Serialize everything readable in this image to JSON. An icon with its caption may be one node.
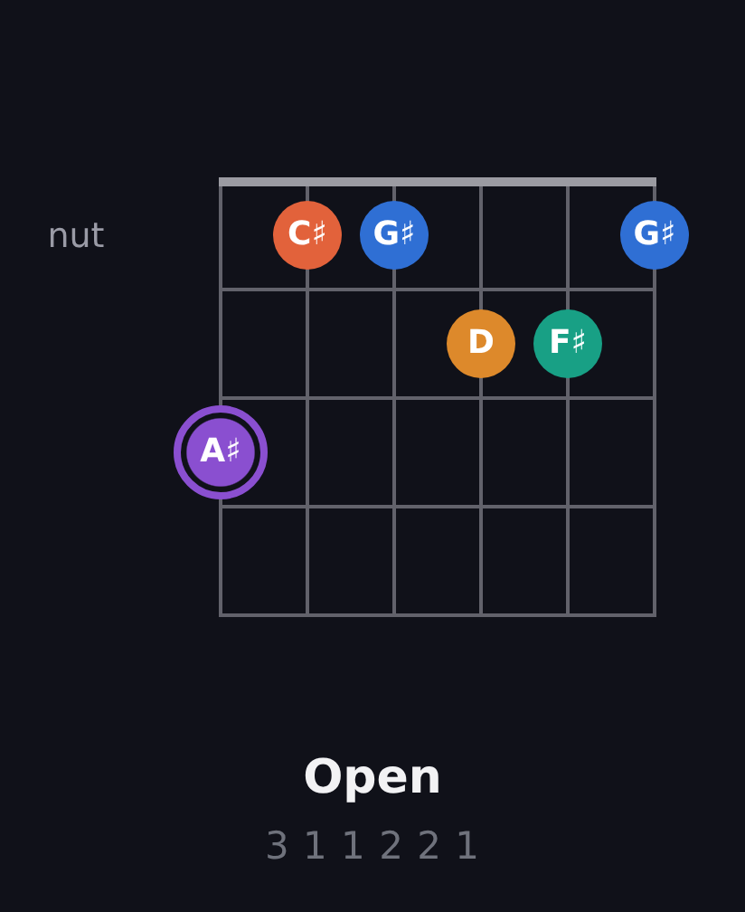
{
  "diagram": {
    "title": "Open",
    "nodes": [
      {
        "text": [
          "C♯"
        ]
      },
      {
        "text": [
          "G♯"
        ]
      },
      {
        "text": [
          "G♯"
        ]
      },
      {
        "text": [
          "D"
        ]
      },
      {
        "text": [
          "F♯"
        ]
      },
      {
        "text": [
          "A♯"
        ]
      }
    ],
    "labels": [
      "nut",
      "3 1 1 2 2 1"
    ]
  }
}
